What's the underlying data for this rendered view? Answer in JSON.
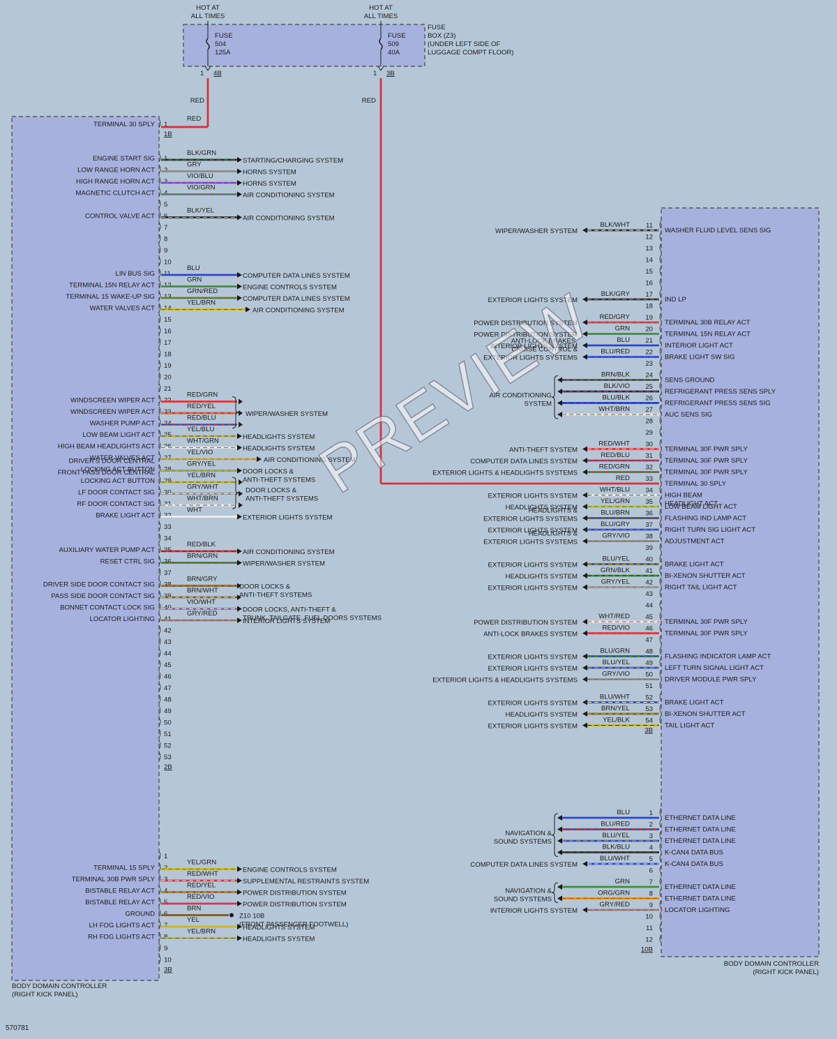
{
  "fuse_box": {
    "label": [
      "FUSE",
      "BOX (Z3)",
      "(UNDER LEFT SIDE OF",
      "LUGGAGE COMPT FLOOR)"
    ],
    "fuses": [
      {
        "hot": [
          "HOT AT",
          "ALL TIMES"
        ],
        "name": "FUSE",
        "number": "504",
        "rating": "125A",
        "pin": "1",
        "connector": "4B",
        "wire": "RED"
      },
      {
        "hot": [
          "HOT AT",
          "ALL TIMES"
        ],
        "name": "FUSE",
        "number": "509",
        "rating": "40A",
        "pin": "1",
        "connector": "3B",
        "wire": "RED"
      }
    ]
  },
  "left_module": {
    "caption": [
      "BODY DOMAIN CONTROLLER",
      "(RIGHT KICK PANEL)"
    ],
    "sections": [
      {
        "connector": "1B",
        "pins": [
          {
            "n": "1",
            "label": [
              "TERMINAL 30 SPLY"
            ],
            "wire": "RED",
            "feed": true
          }
        ]
      },
      {
        "connector": "2B",
        "pins": [
          {
            "n": "1",
            "label": [
              "ENGINE START SIG"
            ],
            "wire": "BLK/GRN",
            "dest": [
              "STARTING/CHARGING SYSTEM"
            ]
          },
          {
            "n": "2",
            "label": [
              "LOW RANGE HORN ACT"
            ],
            "wire": "GRY",
            "dest": [
              "HORNS SYSTEM"
            ]
          },
          {
            "n": "3",
            "label": [
              "HIGH RANGE HORN ACT"
            ],
            "wire": "VIO/BLU",
            "dest": [
              "HORNS SYSTEM"
            ]
          },
          {
            "n": "4",
            "label": [
              "MAGNETIC CLUTCH ACT"
            ],
            "wire": "VIO/GRN",
            "dest": [
              "AIR CONDITIONING SYSTEM"
            ]
          },
          {
            "n": "5"
          },
          {
            "n": "6",
            "label": [
              "CONTROL VALVE ACT"
            ],
            "wire": "BLK/YEL",
            "dest": [
              "AIR CONDITIONING SYSTEM"
            ]
          },
          {
            "n": "7"
          },
          {
            "n": "8"
          },
          {
            "n": "9"
          },
          {
            "n": "10"
          },
          {
            "n": "11",
            "label": [
              "LIN BUS SIG"
            ],
            "wire": "BLU",
            "dest": [
              "COMPUTER DATA LINES SYSTEM"
            ]
          },
          {
            "n": "12",
            "label": [
              "TERMINAL 15N RELAY ACT"
            ],
            "wire": "GRN",
            "dest": [
              "ENGINE CONTROLS SYSTEM"
            ]
          },
          {
            "n": "13",
            "label": [
              "TERMINAL 15 WAKE-UP SIG"
            ],
            "wire": "GRN/RED",
            "dest": [
              "COMPUTER DATA LINES SYSTEM"
            ]
          },
          {
            "n": "14",
            "label": [
              "WATER VALVES ACT"
            ],
            "wire": "YEL/BRN",
            "dest": [
              "AIR CONDITIONING SYSTEM"
            ]
          },
          {
            "n": "15"
          },
          {
            "n": "16"
          },
          {
            "n": "17"
          },
          {
            "n": "18"
          },
          {
            "n": "19"
          },
          {
            "n": "20"
          },
          {
            "n": "21"
          },
          {
            "n": "22",
            "label": [
              "WINDSCREEN WIPER ACT"
            ],
            "wire": "RED/GRN"
          },
          {
            "n": "23",
            "label": [
              "WINDSCREEN WIPER ACT"
            ],
            "wire": "RED/YEL"
          },
          {
            "n": "24",
            "label": [
              "WASHER PUMP ACT"
            ],
            "wire": "RED/BLU"
          },
          {
            "n": "25",
            "label": [
              "LOW BEAM LIGHT ACT"
            ],
            "wire": "YEL/BLU",
            "dest": [
              "HEADLIGHTS SYSTEM"
            ]
          },
          {
            "n": "26",
            "label": [
              "HIGH BEAM HEADLIGHTS ACT"
            ],
            "wire": "WHT/GRN",
            "dest": [
              "HEADLIGHTS SYSTEM"
            ]
          },
          {
            "n": "27",
            "label": [
              "WATER VALVES ACT"
            ],
            "wire": "YEL/VIO",
            "dest": [
              "AIR CONDITIONING SYSTEM"
            ]
          },
          {
            "n": "28",
            "label": [
              "DRIVER'S DOOR CENTRAL",
              "LOCKING ACT BUTTON"
            ],
            "wire": "GRY/YEL",
            "dest": [
              "DOOR LOCKS &",
              "ANTI-THEFT SYSTEMS"
            ]
          },
          {
            "n": "29",
            "label": [
              "FRONT PASS DOOR CENTRAL",
              "LOCKING ACT BUTTON"
            ],
            "wire": "YEL/BRN"
          },
          {
            "n": "30",
            "label": [
              "LF DOOR CONTACT SIG"
            ],
            "wire": "GRY/WHT"
          },
          {
            "n": "31",
            "label": [
              "RF DOOR CONTACT SIG"
            ],
            "wire": "WHT/BRN"
          },
          {
            "n": "32",
            "label": [
              "BRAKE LIGHT ACT"
            ],
            "wire": "WHT",
            "dest": [
              "EXTERIOR LIGHTS SYSTEM"
            ]
          },
          {
            "n": "33"
          },
          {
            "n": "34"
          },
          {
            "n": "35",
            "label": [
              "AUXILIARY WATER PUMP ACT"
            ],
            "wire": "RED/BLK",
            "dest": [
              "AIR CONDITIONING SYSTEM"
            ]
          },
          {
            "n": "36",
            "label": [
              "RESET CTRL SIG"
            ],
            "wire": "BRN/GRN",
            "dest": [
              "WIPER/WASHER SYSTEM"
            ]
          },
          {
            "n": "37"
          },
          {
            "n": "38",
            "label": [
              "DRIVER SIDE DOOR CONTACT SIG"
            ],
            "wire": "BRN/GRY"
          },
          {
            "n": "39",
            "label": [
              "PASS SIDE DOOR CONTACT SIG"
            ],
            "wire": "BRN/WHT"
          },
          {
            "n": "40",
            "label": [
              "BONNET CONTACT LOCK SIG"
            ],
            "wire": "VIO/WHT",
            "dest": [
              "DOOR LOCKS, ANTI-THEFT &",
              "TRUNK, TAILGATE, FUEL DOORS SYSTEMS"
            ]
          },
          {
            "n": "41",
            "label": [
              "LOCATOR LIGHTING"
            ],
            "wire": "GRY/RED",
            "dest": [
              "INTERIOR LIGHTS SYSTEM"
            ]
          },
          {
            "n": "42"
          },
          {
            "n": "43"
          },
          {
            "n": "44"
          },
          {
            "n": "45"
          },
          {
            "n": "46"
          },
          {
            "n": "47"
          },
          {
            "n": "48"
          },
          {
            "n": "49"
          },
          {
            "n": "50"
          },
          {
            "n": "51"
          },
          {
            "n": "52"
          },
          {
            "n": "53"
          }
        ]
      },
      {
        "connector": "3B",
        "pins": [
          {
            "n": "1"
          },
          {
            "n": "2",
            "label": [
              "TERMINAL 15 SPLY"
            ],
            "wire": "YEL/GRN",
            "dest": [
              "ENGINE CONTROLS SYSTEM"
            ]
          },
          {
            "n": "3",
            "label": [
              "TERMINAL 30B PWR SPLY"
            ],
            "wire": "RED/WHT",
            "dest": [
              "SUPPLEMENTAL RESTRAINTS SYSTEM"
            ]
          },
          {
            "n": "4",
            "label": [
              "BISTABLE RELAY ACT"
            ],
            "wire": "RED/YEL",
            "dest": [
              "POWER DISTRIBUTION SYSTEM"
            ]
          },
          {
            "n": "5",
            "label": [
              "BISTABLE RELAY ACT"
            ],
            "wire": "RED/VIO",
            "dest": [
              "POWER DISTRIBUTION SYSTEM"
            ]
          },
          {
            "n": "6",
            "label": [
              "GROUND"
            ],
            "wire": "BRN",
            "ground": true,
            "dest": [
              "Z10 10B",
              "(FRONT PASSENGER FOOTWELL)"
            ]
          },
          {
            "n": "7",
            "label": [
              "LH FOG LIGHTS ACT"
            ],
            "wire": "YEL",
            "dest": [
              "HEADLIGHTS SYSTEM"
            ]
          },
          {
            "n": "8",
            "label": [
              "RH FOG LIGHTS ACT"
            ],
            "wire": "YEL/BRN",
            "dest": [
              "HEADLIGHTS SYSTEM"
            ]
          },
          {
            "n": "9"
          },
          {
            "n": "10"
          }
        ]
      }
    ],
    "groups": [
      {
        "dest": [
          "WIPER/WASHER SYSTEM"
        ]
      },
      {
        "dest": [
          "DOOR LOCKS &",
          "ANTI-THEFT SYSTEMS"
        ]
      },
      {
        "dest": [
          "DOOR LOCKS &",
          "ANTI-THEFT SYSTEMS"
        ]
      }
    ]
  },
  "right_module": {
    "caption": [
      "BODY DOMAIN CONTROLLER",
      "(RIGHT KICK PANEL)"
    ],
    "sections": [
      {
        "connector": "3B",
        "pins": [
          {
            "n": "11",
            "label": [
              "WASHER FLUID LEVEL SENS SIG"
            ],
            "wire": "BLK/WHT",
            "dest": [
              "WIPER/WASHER SYSTEM"
            ]
          },
          {
            "n": "12"
          },
          {
            "n": "13"
          },
          {
            "n": "14"
          },
          {
            "n": "15"
          },
          {
            "n": "16"
          },
          {
            "n": "17",
            "label": [
              "IND LP"
            ],
            "wire": "BLK/GRY",
            "dest": [
              "EXTERIOR LIGHTS SYSTEM"
            ]
          },
          {
            "n": "18"
          },
          {
            "n": "19",
            "label": [
              "TERMINAL 30B RELAY ACT"
            ],
            "wire": "RED/GRY",
            "dest": [
              "POWER DISTRIBUTION SYSTEM"
            ]
          },
          {
            "n": "20",
            "label": [
              "TERMINAL 15N RELAY ACT"
            ],
            "wire": "GRN",
            "dest": [
              "POWER DISTRIBUTION SYSTEM"
            ]
          },
          {
            "n": "21",
            "label": [
              "INTERIOR LIGHT ACT"
            ],
            "wire": "BLU",
            "dest": [
              "INTERIOR LIGHTS SYSTEM"
            ]
          },
          {
            "n": "22",
            "label": [
              "BRAKE LIGHT SW SIG"
            ],
            "wire": "BLU/RED",
            "dest": [
              "ANTI-LOCK BRAKES,",
              "CRUISE CONTROL &",
              "EXTERIOR LIGHTS SYSTEMS"
            ]
          },
          {
            "n": "23"
          },
          {
            "n": "24",
            "label": [
              "SENS GROUND"
            ],
            "wire": "BRN/BLK"
          },
          {
            "n": "25",
            "label": [
              "REFRIGERANT PRESS SENS SPLY"
            ],
            "wire": "BLK/VIO"
          },
          {
            "n": "26",
            "label": [
              "REFRIGERANT PRESS SENS SIG"
            ],
            "wire": "BLU/BLK"
          },
          {
            "n": "27",
            "label": [
              "AUC SENS SIG"
            ],
            "wire": "WHT/BRN"
          },
          {
            "n": "28"
          },
          {
            "n": "29"
          },
          {
            "n": "30",
            "label": [
              "TERMINAL 30F PWR SPLY"
            ],
            "wire": "RED/WHT",
            "dest": [
              "ANTI-THEFT SYSTEM"
            ]
          },
          {
            "n": "31",
            "label": [
              "TERMINAL 30F PWR SPLY"
            ],
            "wire": "RED/BLU",
            "dest": [
              "COMPUTER DATA LINES SYSTEM"
            ]
          },
          {
            "n": "32",
            "label": [
              "TERMINAL 30F PWR SPLY"
            ],
            "wire": "RED/GRN",
            "dest": [
              "EXTERIOR LIGHTS & HEADLIGHTS SYSTEMS"
            ]
          },
          {
            "n": "33",
            "label": [
              "TERMINAL 30 SPLY"
            ],
            "wire": "RED",
            "feed": true
          },
          {
            "n": "34",
            "label": [
              "HIGH BEAM",
              "HEADLIGHT ACT"
            ],
            "wire": "WHT/BLU",
            "dest": [
              "EXTERIOR LIGHTS SYSTEM"
            ]
          },
          {
            "n": "35",
            "label": [
              "LOW BEAM LIGHT ACT"
            ],
            "wire": "YEL/GRN",
            "dest": [
              "HEADLIGHTS SYSTEM"
            ]
          },
          {
            "n": "36",
            "label": [
              "FLASHING IND LAMP ACT"
            ],
            "wire": "BLU/BRN",
            "dest": [
              "HEADLIGHTS &",
              "EXTERIOR LIGHTS SYSTEMS"
            ]
          },
          {
            "n": "37",
            "label": [
              "RIGHT TURN SIG LIGHT ACT"
            ],
            "wire": "BLU/GRY",
            "dest": [
              "EXTERIOR LIGHTS SYSTEM"
            ]
          },
          {
            "n": "38",
            "label": [
              "ADJUSTMENT ACT"
            ],
            "wire": "GRY/VIO",
            "dest": [
              "HEADLIGHTS &",
              "EXTERIOR LIGHTS SYSTEMS"
            ]
          },
          {
            "n": "39"
          },
          {
            "n": "40",
            "label": [
              "BRAKE LIGHT ACT"
            ],
            "wire": "BLU/YEL",
            "dest": [
              "EXTERIOR LIGHTS SYSTEM"
            ]
          },
          {
            "n": "41",
            "label": [
              "BI-XENON SHUTTER ACT"
            ],
            "wire": "GRN/BLK",
            "dest": [
              "HEADLIGHTS SYSTEM"
            ]
          },
          {
            "n": "42",
            "label": [
              "RIGHT TAIL LIGHT ACT"
            ],
            "wire": "GRY/YEL",
            "dest": [
              "EXTERIOR LIGHTS SYSTEM"
            ]
          },
          {
            "n": "43"
          },
          {
            "n": "44"
          },
          {
            "n": "45",
            "label": [
              "TERMINAL 30F PWR SPLY"
            ],
            "wire": "WHT/RED",
            "dest": [
              "POWER DISTRIBUTION SYSTEM"
            ]
          },
          {
            "n": "46",
            "label": [
              "TERMINAL 30F PWR SPLY"
            ],
            "wire": "RED/VIO",
            "dest": [
              "ANTI-LOCK BRAKES SYSTEM"
            ]
          },
          {
            "n": "47"
          },
          {
            "n": "48",
            "label": [
              "FLASHING INDICATOR LAMP ACT"
            ],
            "wire": "BLU/GRN",
            "dest": [
              "EXTERIOR LIGHTS SYSTEM"
            ]
          },
          {
            "n": "49",
            "label": [
              "LEFT TURN SIGNAL LIGHT ACT"
            ],
            "wire": "BLU/YEL",
            "dest": [
              "EXTERIOR LIGHTS SYSTEM"
            ]
          },
          {
            "n": "50",
            "label": [
              "DRIVER MODULE PWR SPLY"
            ],
            "wire": "GRY/VIO",
            "dest": [
              "EXTERIOR LIGHTS & HEADLIGHTS SYSTEMS"
            ]
          },
          {
            "n": "51"
          },
          {
            "n": "52",
            "label": [
              "BRAKE LIGHT ACT"
            ],
            "wire": "BLU/WHT",
            "dest": [
              "EXTERIOR LIGHTS SYSTEM"
            ]
          },
          {
            "n": "53",
            "label": [
              "BI-XENON SHUTTER ACT"
            ],
            "wire": "BRN/YEL",
            "dest": [
              "HEADLIGHTS SYSTEM"
            ]
          },
          {
            "n": "54",
            "label": [
              "TAIL LIGHT ACT"
            ],
            "wire": "YEL/BLK",
            "dest": [
              "EXTERIOR LIGHTS SYSTEM"
            ]
          }
        ]
      },
      {
        "connector": "10B",
        "pins": [
          {
            "n": "1",
            "label": [
              "ETHERNET DATA LINE"
            ],
            "wire": "BLU"
          },
          {
            "n": "2",
            "label": [
              "ETHERNET DATA LINE"
            ],
            "wire": "BLU/RED"
          },
          {
            "n": "3",
            "label": [
              "ETHERNET DATA LINE"
            ],
            "wire": "BLU/YEL"
          },
          {
            "n": "4",
            "label": [
              "K-CAN4 DATA BUS"
            ],
            "wire": "BLK/BLU"
          },
          {
            "n": "5",
            "label": [
              "K-CAN4 DATA BUS"
            ],
            "wire": "BLU/WHT",
            "dest": [
              "COMPUTER DATA LINES SYSTEM"
            ]
          },
          {
            "n": "6"
          },
          {
            "n": "7",
            "label": [
              "ETHERNET DATA LINE"
            ],
            "wire": "GRN"
          },
          {
            "n": "8",
            "label": [
              "ETHERNET DATA LINE"
            ],
            "wire": "ORG/GRN"
          },
          {
            "n": "9",
            "label": [
              "LOCATOR LIGHTING"
            ],
            "wire": "GRY/RED",
            "dest": [
              "INTERIOR LIGHTS SYSTEM"
            ]
          },
          {
            "n": "10"
          },
          {
            "n": "11"
          },
          {
            "n": "12"
          }
        ]
      }
    ],
    "groups": [
      {
        "dest": [
          "AIR CONDITIONING",
          "SYSTEM"
        ]
      },
      {
        "dest": [
          "NAVIGATION &",
          "SOUND SYSTEMS"
        ]
      },
      {
        "dest": [
          "COMPUTER DATA LINES SYSTEM"
        ]
      },
      {
        "dest": [
          "NAVIGATION &",
          "SOUND SYSTEMS"
        ]
      }
    ]
  },
  "wire_colors": {
    "RED": "#d4333b",
    "BLK": "#2a2a2a",
    "GRN": "#3f8f3a",
    "GRY": "#8a8a8a",
    "VIO": "#a04fc0",
    "BLU": "#2f45c8",
    "YEL": "#c8b825",
    "WHT": "#eeeeee",
    "BRN": "#7a5a2a",
    "ORG": "#e08a20"
  },
  "module_fill": "#a6b1dd",
  "figure_id": "570781",
  "watermark": "PREVIEW"
}
